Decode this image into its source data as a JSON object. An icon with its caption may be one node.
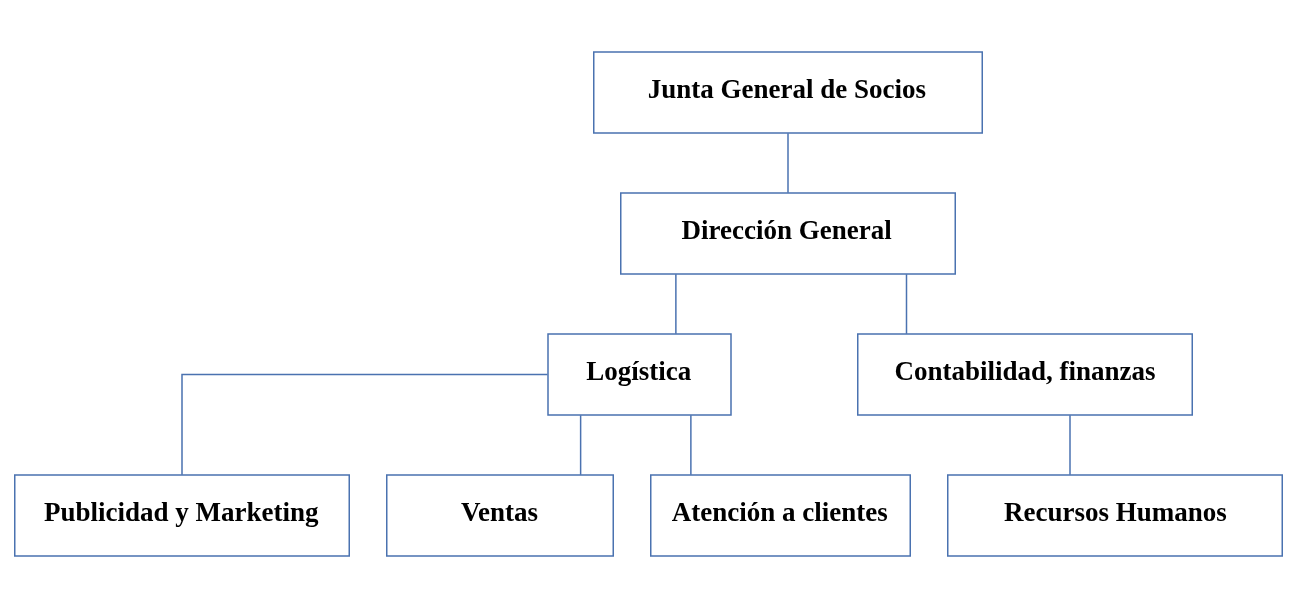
{
  "diagram": {
    "nodes": [
      {
        "text": [
          "Junta General de Socios"
        ]
      },
      {
        "text": [
          "Dirección General"
        ]
      },
      {
        "text": [
          "Logística"
        ]
      },
      {
        "text": [
          "Contabilidad, finanzas"
        ]
      },
      {
        "text": [
          "Publicidad y Marketing"
        ]
      },
      {
        "text": [
          "Ventas"
        ]
      },
      {
        "text": [
          "Atención a clientes"
        ]
      },
      {
        "text": [
          "Recursos Humanos"
        ]
      }
    ],
    "edges": [
      {
        "from": 0,
        "to": 1,
        "arrow": "none"
      },
      {
        "from": 1,
        "to": 2,
        "arrow": "none"
      },
      {
        "from": 1,
        "to": 3,
        "arrow": "none"
      },
      {
        "from": 2,
        "to": 4,
        "arrow": "none"
      },
      {
        "from": 2,
        "to": 5,
        "arrow": "none"
      },
      {
        "from": 2,
        "to": 6,
        "arrow": "none"
      },
      {
        "from": 3,
        "to": 7,
        "arrow": "none"
      }
    ]
  }
}
